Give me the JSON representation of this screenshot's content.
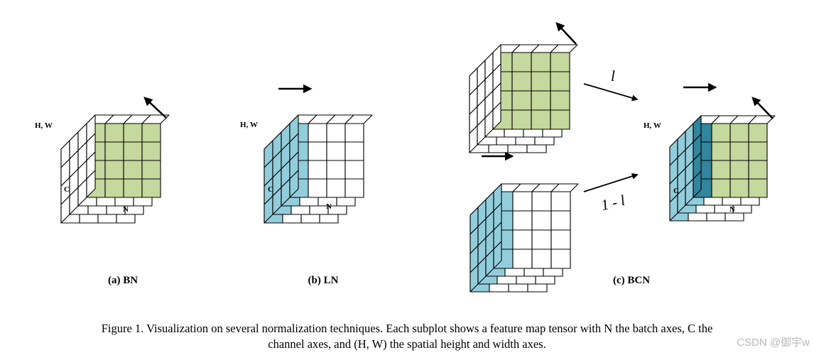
{
  "panels": {
    "bn": {
      "label": "(a) BN",
      "axis_hw": "H, W",
      "axis_c": "C",
      "axis_n": "N"
    },
    "ln": {
      "label": "(b) LN",
      "axis_hw": "H, W",
      "axis_c": "C",
      "axis_n": "N"
    },
    "bcn": {
      "label": "(c) BCN",
      "axis_hw": "H, W",
      "axis_c": "C",
      "axis_n": "N",
      "weight_top": "l",
      "weight_bottom": "1 - l"
    }
  },
  "caption": {
    "line1": "Figure 1. Visualization on several normalization techniques. Each subplot shows a feature map tensor with N the batch axes, C the",
    "line2": "channel axes, and (H, W) the spatial height and width axes."
  },
  "watermark": "CSDN @御宇w",
  "colors": {
    "green": "#c5d89d",
    "blue": "#92cddc",
    "dark_blue": "#31859c",
    "white": "#ffffff",
    "stroke": "#000000"
  }
}
